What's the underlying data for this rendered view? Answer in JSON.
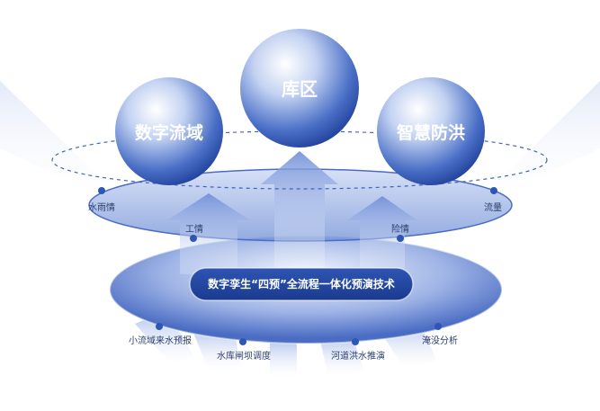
{
  "spheres": {
    "center": "库区",
    "left": "数字流域",
    "right": "智慧防洪"
  },
  "ring_labels": {
    "rain": "水雨情",
    "work": "工情",
    "danger": "险情",
    "flow": "流量"
  },
  "core": {
    "title": "数字孪生“四预”全流程一体化预演技术"
  },
  "bottom_labels": {
    "small_basin": "小流域来水预报",
    "reservoir": "水库闸坝调度",
    "river": "河道洪水推演",
    "flood": "淹没分析"
  },
  "colors": {
    "accent": "#2e56b4",
    "dark": "#1e3f96",
    "light": "#dfe7f8"
  }
}
